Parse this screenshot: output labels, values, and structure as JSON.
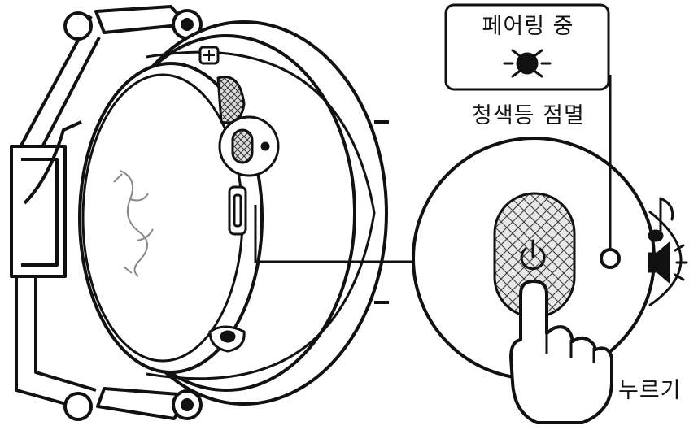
{
  "callout": {
    "status_label": "페어링 중",
    "light_label": "청색등 점멸"
  },
  "action": {
    "press_label": "누르기"
  },
  "icons": [
    "light-burst-icon",
    "music-note-icon",
    "speaker-icon",
    "power-icon",
    "pointing-hand-icon",
    "razer-logo-icon"
  ],
  "colors": {
    "line": "#111111",
    "background": "#ffffff"
  }
}
